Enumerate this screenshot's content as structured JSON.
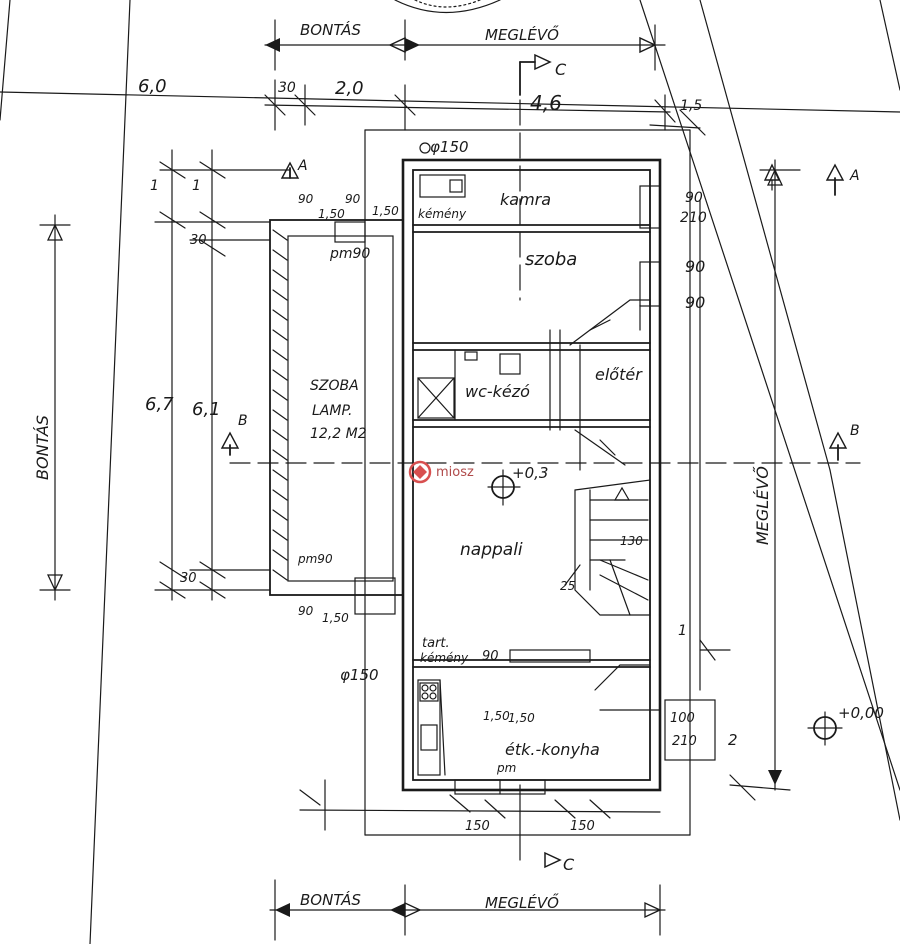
{
  "labels": {
    "bontas": "BONTÁS",
    "meglevo": "MEGLÉVŐ",
    "bontas_vertical": "BONTÁS",
    "meglevo_vertical": "MEGLÉVŐ",
    "section_a": "A",
    "section_b": "B",
    "section_c": "C"
  },
  "rooms": {
    "kamra": "kamra",
    "szoba": "szoba",
    "wc_kezo": "wc-kézó",
    "etoflef": "előtér",
    "kemeny": "kémény",
    "nappali": "nappali",
    "eth_konyha": "étk.-konyha",
    "szoba_lamp": "SZOBA",
    "szoba_lamp2": "LAMP.",
    "area": "12,2 M2",
    "tart": "tart.",
    "kemeny2": "kémény"
  },
  "dimensions": {
    "d60": "6,0",
    "d30": "30",
    "d20": "2,0",
    "d46": "4,6",
    "d15": "1,5",
    "d150_top": "φ150",
    "d90_a": "90",
    "d150_a": "1,50",
    "d90_b": "90",
    "d150_b": "1,50",
    "d90_r1": "90",
    "d210_r1": "210",
    "d90_r2": "90",
    "d90_r3": "90",
    "d1": "1",
    "d1b": "1",
    "d30b": "30",
    "d67": "6,7",
    "d61": "6,1",
    "d30c": "30",
    "pm90_top": "pm90",
    "pm90_mid": "pm90",
    "pm90_bot": "pm",
    "d03": "+0,3",
    "d000": "+0,00",
    "d130": "130",
    "d25": "25",
    "d150_mid": "φ150",
    "d100": "100",
    "d210b": "210",
    "d2": "2",
    "d1c": "1",
    "d150_l": "150",
    "d150_r": "150",
    "d90_bl": "90",
    "d150_bl": "1,50",
    "d150_k1": "1,50",
    "d150_k2": "1,50",
    "d90_w": "90"
  },
  "watermark": "miosz"
}
